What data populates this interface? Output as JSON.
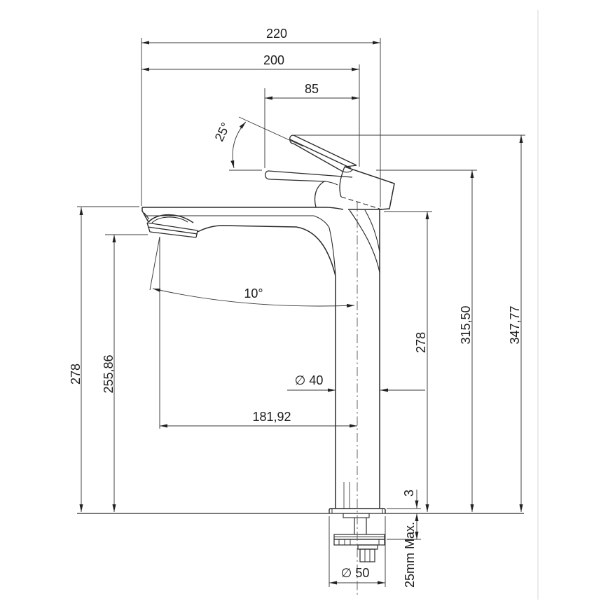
{
  "drawing": {
    "labels": {
      "overall_width": "220",
      "body_width": "200",
      "handle_offset": "85",
      "handle_angle": "25°",
      "spout_angle": "10°",
      "spout_height_left": "278",
      "aerator_height": "255,86",
      "body_height_right": "278",
      "handle_rest_height": "315,50",
      "handle_max_height": "347,77",
      "spout_reach": "181,92",
      "column_diameter": "∅ 40",
      "base_diameter": "∅ 50",
      "base_plate_thickness": "3",
      "mounting_max_thickness": "25mm Max."
    },
    "colors": {
      "object_line": "#2b2b2b",
      "dimension_line": "#3a3a3a",
      "background": "#ffffff",
      "sheet_border": "#dcdcdc"
    }
  }
}
